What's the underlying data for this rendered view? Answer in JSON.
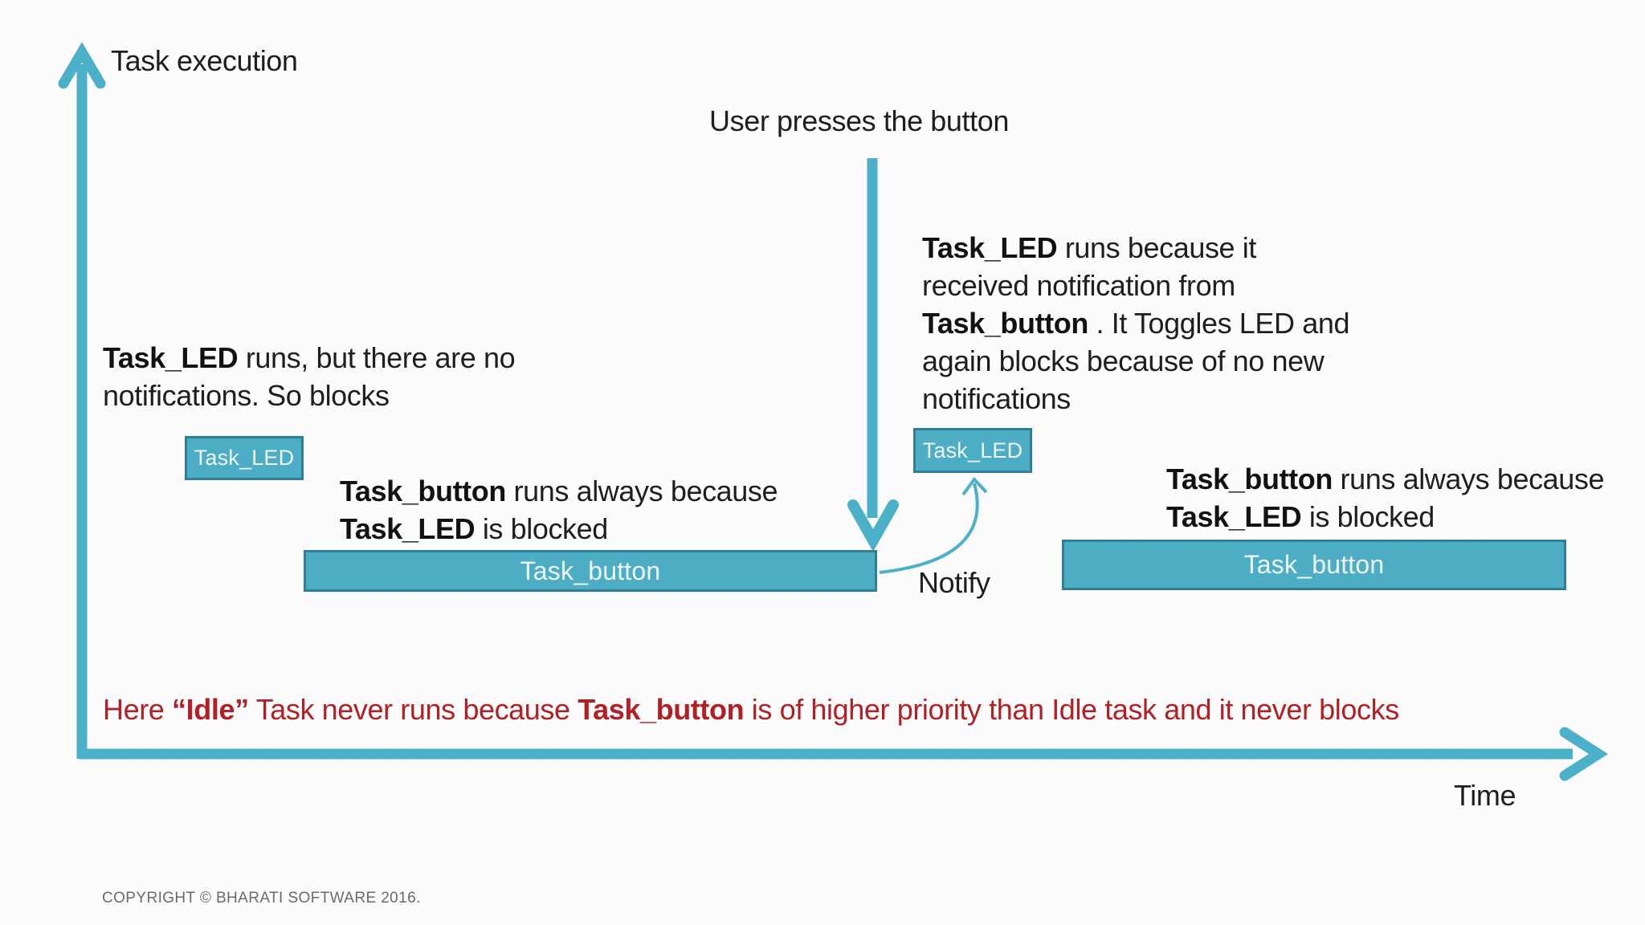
{
  "colors": {
    "bg": "#fcfcfc",
    "teal": "#4dadc4",
    "tealStroke": "#4db0c9",
    "tealBorder": "#2f7f97",
    "onTeal": "#eef7f9",
    "red": "#b22025",
    "text": "#1e1e1e",
    "gray": "#6a6a6a"
  },
  "icons": {
    "y_axis_arrow": "up-arrow",
    "x_axis_arrow": "right-arrow",
    "button_press_arrow": "down-arrow",
    "notify_arrow": "curved-up-arrow"
  },
  "axis": {
    "y_label": "Task execution",
    "x_label": "Time"
  },
  "labels": {
    "user_presses": "User presses the button",
    "notify": "Notify",
    "copyright": "COPYRIGHT © BHARATI SOFTWARE 2016."
  },
  "tasks": {
    "led_box_1": "Task_LED",
    "led_box_2": "Task_LED",
    "button_bar_1": "Task_button",
    "button_bar_2": "Task_button"
  },
  "notes": {
    "led_blocks": {
      "lines": [
        [
          {
            "t": "Task_LED",
            "b": 1
          },
          {
            "t": " runs, but there are no"
          }
        ],
        [
          {
            "t": "notifications. So blocks"
          }
        ]
      ]
    },
    "button_runs_left": {
      "lines": [
        [
          {
            "t": "Task_button",
            "b": 1
          },
          {
            "t": " runs always because"
          }
        ],
        [
          {
            "t": "Task_LED",
            "b": 1
          },
          {
            "t": "  is blocked"
          }
        ]
      ]
    },
    "led_notified": {
      "lines": [
        [
          {
            "t": "Task_LED",
            "b": 1
          },
          {
            "t": " runs because it"
          }
        ],
        [
          {
            "t": "received notification from"
          }
        ],
        [
          {
            "t": "Task_button",
            "b": 1
          },
          {
            "t": " . It Toggles LED and"
          }
        ],
        [
          {
            "t": "again blocks because of no new"
          }
        ],
        [
          {
            "t": "notifications"
          }
        ]
      ]
    },
    "button_runs_right": {
      "lines": [
        [
          {
            "t": "Task_button",
            "b": 1
          },
          {
            "t": " runs always because"
          }
        ],
        [
          {
            "t": "Task_LED",
            "b": 1
          },
          {
            "t": " is blocked"
          }
        ]
      ]
    },
    "idle_priority": {
      "lines": [
        [
          {
            "t": "Here "
          },
          {
            "t": "“Idle”",
            "b": 1
          },
          {
            "t": " Task never runs because "
          },
          {
            "t": "Task_button",
            "b": 1
          },
          {
            "t": " is of higher priority than Idle task and it never blocks"
          }
        ]
      ]
    }
  }
}
